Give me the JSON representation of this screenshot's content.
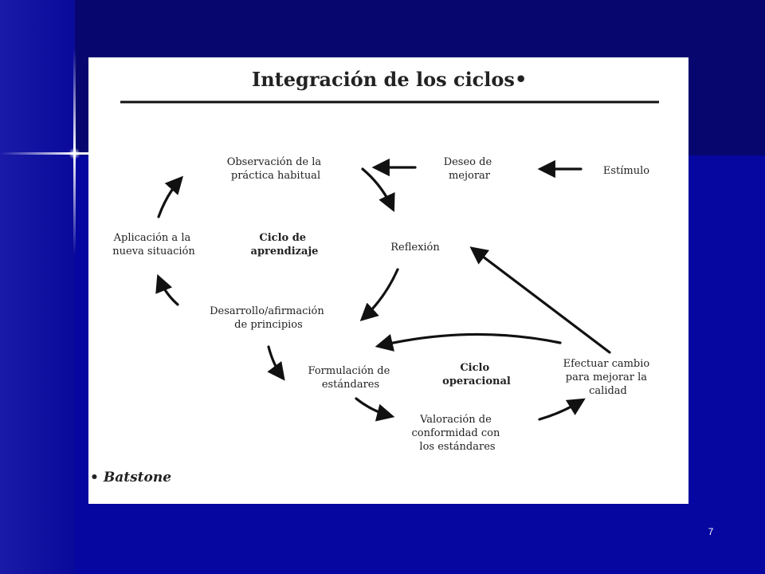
{
  "slide": {
    "number": "7"
  },
  "diagram": {
    "title": "Integración de los ciclos",
    "title_mark": "•",
    "source_mark": "•",
    "source": "Batstone",
    "nodes": {
      "observacion": [
        "Observación de la",
        "práctica habitual"
      ],
      "deseo": [
        "Deseo de",
        "mejorar"
      ],
      "estimulo": [
        "Estímulo"
      ],
      "aplicacion": [
        "Aplicación a la",
        "nueva situación"
      ],
      "ciclo_aprendizaje": [
        "Ciclo de",
        "aprendizaje"
      ],
      "reflexion": [
        "Reflexión"
      ],
      "desarrollo": [
        "Desarrollo/afirmación",
        "de principios"
      ],
      "formulacion": [
        "Formulación de",
        "estándares"
      ],
      "ciclo_operacional": [
        "Ciclo",
        "operacional"
      ],
      "efectuar": [
        "Efectuar cambio",
        "para mejorar la",
        "calidad"
      ],
      "valoracion": [
        "Valoración de",
        "conformidad con",
        "los estándares"
      ]
    }
  }
}
